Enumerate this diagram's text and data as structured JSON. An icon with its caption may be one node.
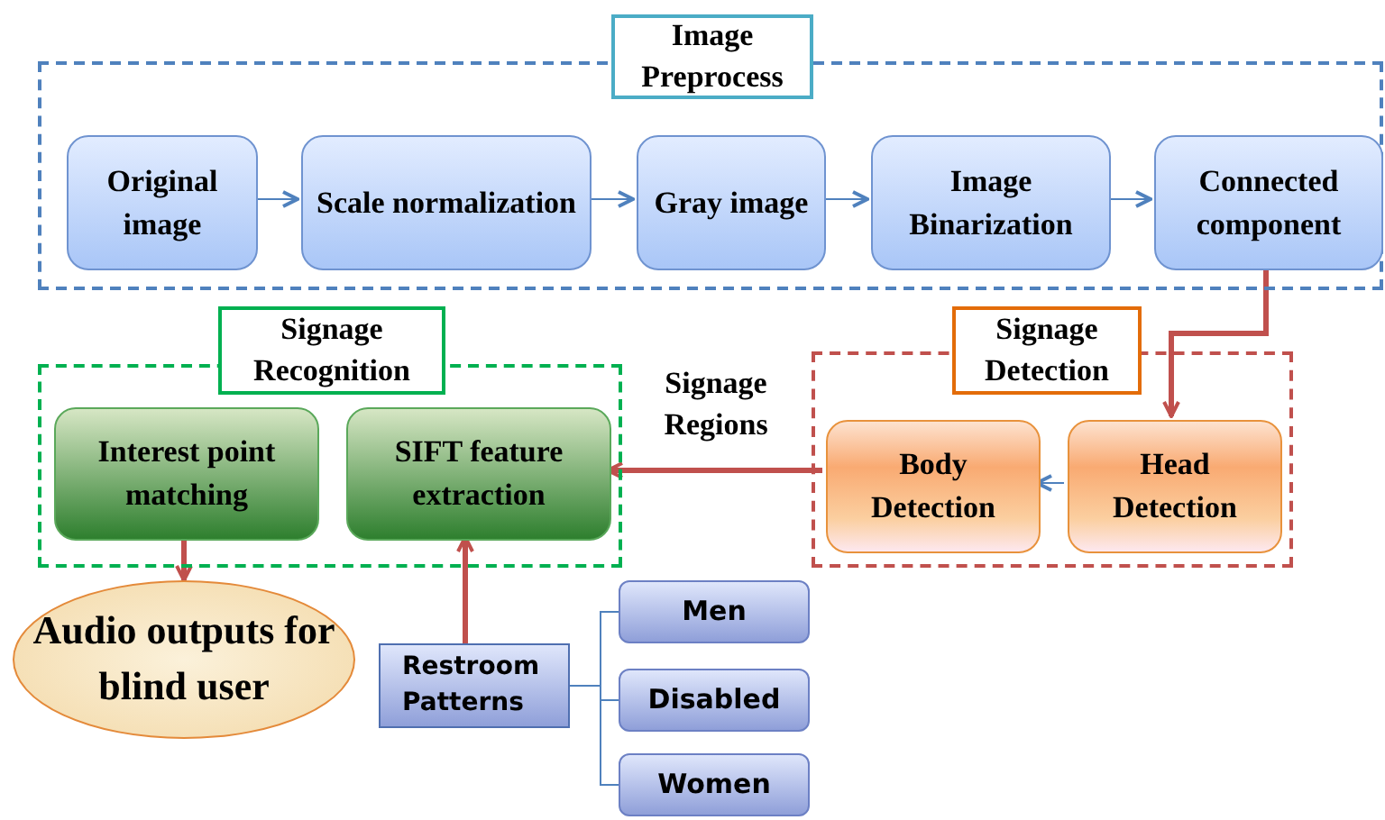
{
  "diagram": {
    "nodes": [
      {
        "text": [
          "Image Preprocess"
        ]
      },
      {
        "text": [
          "Original image"
        ],
        "in": 0
      },
      {
        "text": [
          "Scale normalization"
        ],
        "in": 0
      },
      {
        "text": [
          "Gray image"
        ],
        "in": 0
      },
      {
        "text": [
          "Image Binarization"
        ],
        "in": 0
      },
      {
        "text": [
          "Connected component"
        ],
        "in": 0
      },
      {
        "text": [
          "Signage Recognition"
        ]
      },
      {
        "text": [
          "Interest point matching"
        ],
        "in": 6
      },
      {
        "text": [
          "SIFT feature extraction"
        ],
        "in": 6
      },
      {
        "text": [
          "Signage Detection"
        ]
      },
      {
        "text": [
          "Body Detection"
        ],
        "in": 9
      },
      {
        "text": [
          "Head Detection"
        ],
        "in": 9
      },
      {
        "text": [
          "Audio outputs for blind user"
        ]
      },
      {
        "text": [
          "Restroom Patterns"
        ]
      },
      {
        "text": [
          "Men"
        ]
      },
      {
        "text": [
          "Disabled"
        ]
      },
      {
        "text": [
          "Women"
        ]
      }
    ],
    "edges": [
      {
        "from": 1,
        "to": 2,
        "arrow": "to"
      },
      {
        "from": 2,
        "to": 3,
        "arrow": "to"
      },
      {
        "from": 3,
        "to": 4,
        "arrow": "to"
      },
      {
        "from": 4,
        "to": 5,
        "arrow": "to"
      },
      {
        "from": 5,
        "to": 11,
        "arrow": "to",
        "style": "thick",
        "color": "#c0504d"
      },
      {
        "from": 11,
        "to": 10,
        "arrow": "to"
      },
      {
        "from": 10,
        "to": 8,
        "arrow": "to",
        "label": "Signage Regions",
        "style": "thick",
        "color": "#c0504d"
      },
      {
        "from": 7,
        "to": 12,
        "arrow": "to",
        "style": "thick",
        "color": "#c0504d"
      },
      {
        "from": 13,
        "to": 8,
        "arrow": "to",
        "style": "thick",
        "color": "#c0504d"
      },
      {
        "from": 13,
        "to": 14,
        "arrow": "none"
      },
      {
        "from": 13,
        "to": 15,
        "arrow": "none"
      },
      {
        "from": 13,
        "to": 16,
        "arrow": "none"
      }
    ]
  }
}
